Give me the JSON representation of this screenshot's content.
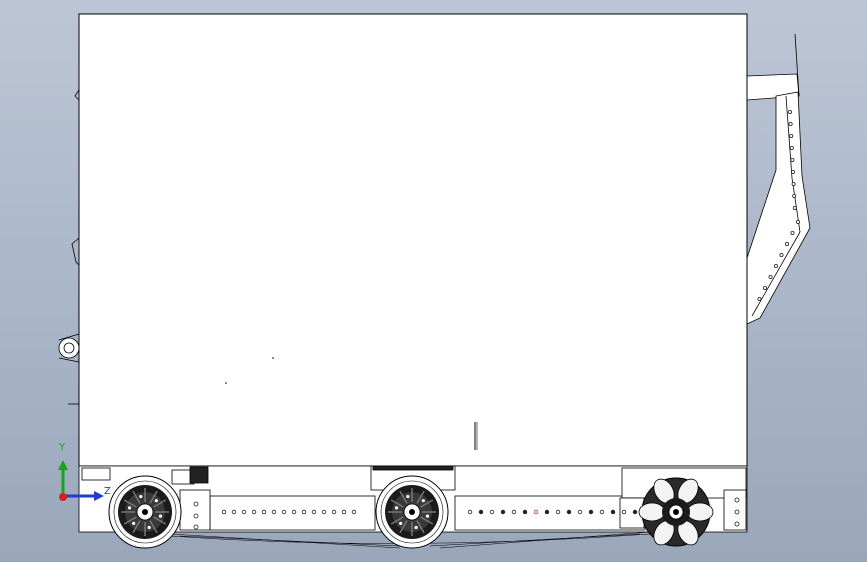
{
  "viewport": {
    "background_top": "#bcc6d6",
    "background_bottom": "#9aa6ba",
    "view_name": "front"
  },
  "model": {
    "body_fill": "#ffffff",
    "line_color": "#000000",
    "hole_color": "#222222",
    "highlight_hole_color": "#c0392b",
    "components": [
      "main-panel",
      "left-drive-wheel",
      "center-drive-wheel",
      "omni-wheel",
      "side-arm",
      "bottom-rail"
    ]
  },
  "triad": {
    "y_label": "Y",
    "z_label": "Z",
    "y_color": "#19a319",
    "x_color": "#1f3bd6",
    "origin_color": "#d21f1f"
  }
}
